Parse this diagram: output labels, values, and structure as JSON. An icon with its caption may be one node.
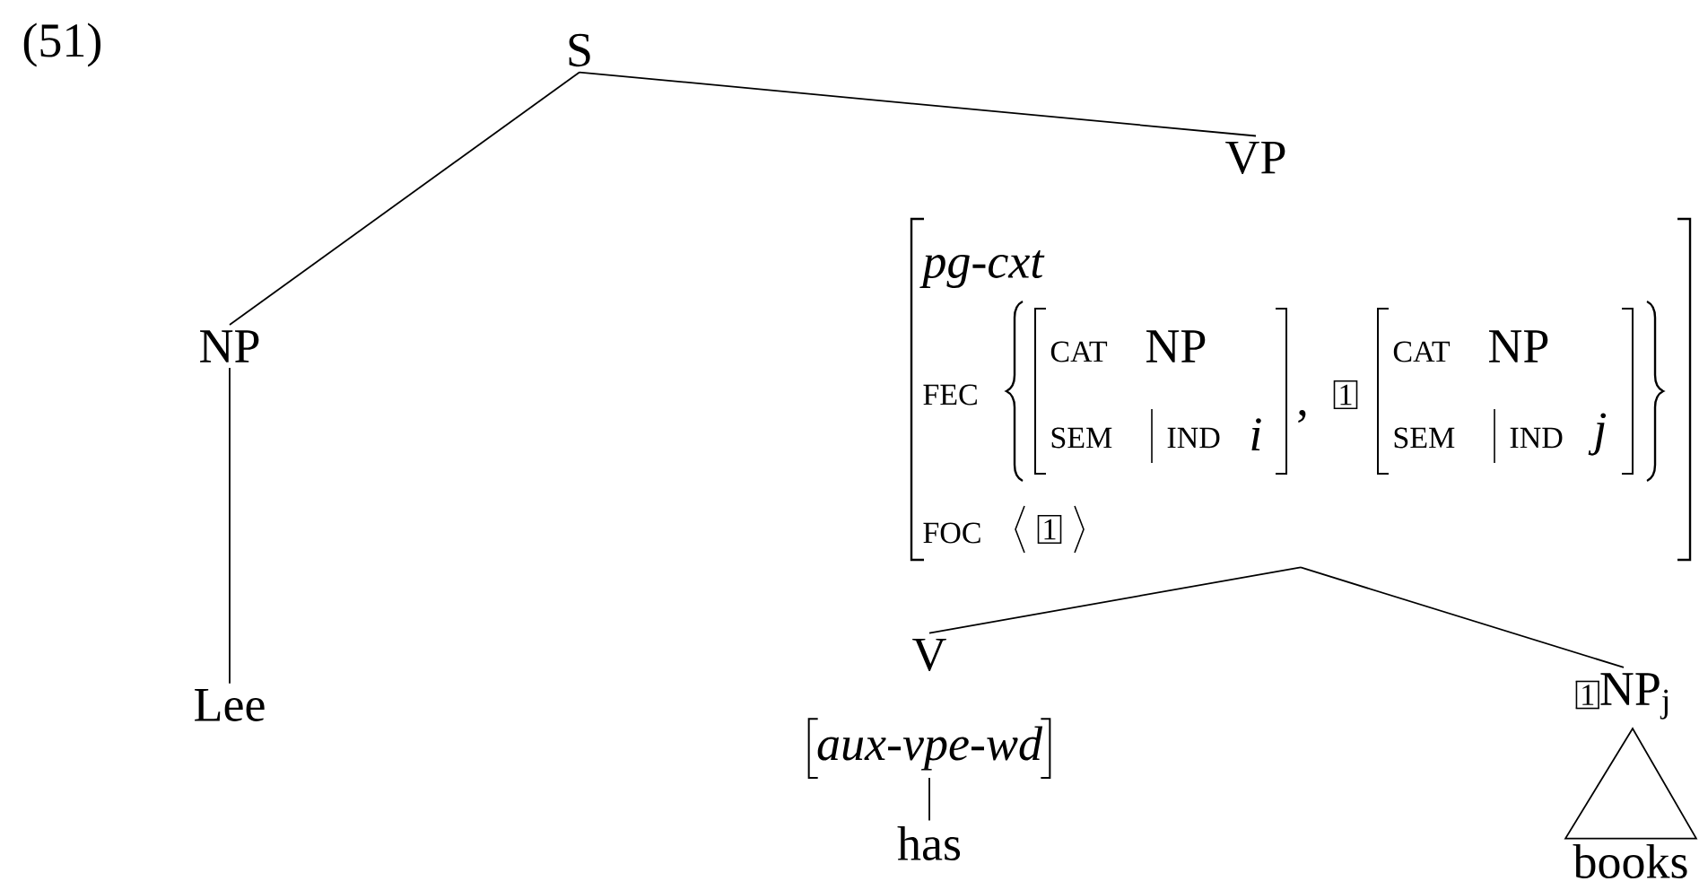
{
  "diagram": {
    "nodes": [
      {
        "text": [
          "S"
        ]
      },
      {
        "text": [
          "NP"
        ]
      },
      {
        "text": [
          "VP"
        ]
      },
      {
        "text": [
          "pg-cxt",
          "FEC",
          "CAT",
          "NP",
          "SEM",
          "IND",
          "i",
          ",",
          "1",
          "CAT",
          "NP",
          "SEM",
          "IND",
          "j",
          "FOC",
          "1"
        ]
      },
      {
        "text": [
          "Lee"
        ]
      },
      {
        "text": [
          "V"
        ]
      },
      {
        "text": [
          "1",
          "NP$_{j}$"
        ]
      },
      {
        "text": [
          "aux-vpe-wd"
        ]
      },
      {
        "text": [
          "has"
        ]
      },
      {
        "text": [
          "books"
        ]
      }
    ],
    "edges": [
      {
        "from": 0,
        "to": 1,
        "arrow": "none"
      },
      {
        "from": 0,
        "to": 2,
        "arrow": "none"
      },
      {
        "from": 1,
        "to": 4,
        "arrow": "none"
      },
      {
        "from": 3,
        "to": 5,
        "arrow": "none"
      },
      {
        "from": 3,
        "to": 6,
        "arrow": "none"
      },
      {
        "from": 7,
        "to": 8,
        "arrow": "none"
      },
      {
        "from": 6,
        "to": 9,
        "arrow": "none"
      }
    ],
    "labels": [
      "(51)"
    ]
  }
}
